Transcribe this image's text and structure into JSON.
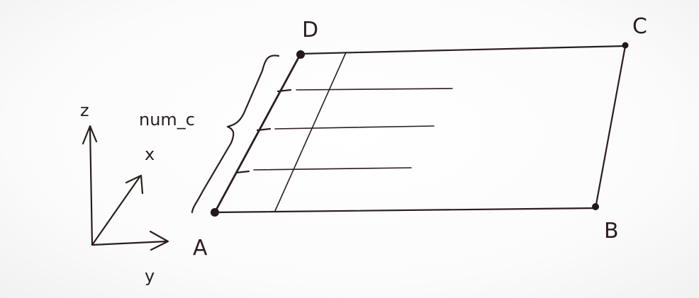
{
  "diagram": {
    "vertices": {
      "A": "A",
      "B": "B",
      "C": "C",
      "D": "D"
    },
    "axes": {
      "z": "z",
      "x": "x",
      "y": "y"
    },
    "brace_label": "num_c"
  },
  "colors": {
    "ink": "#2b1e1e",
    "paper": "#ffffff"
  }
}
